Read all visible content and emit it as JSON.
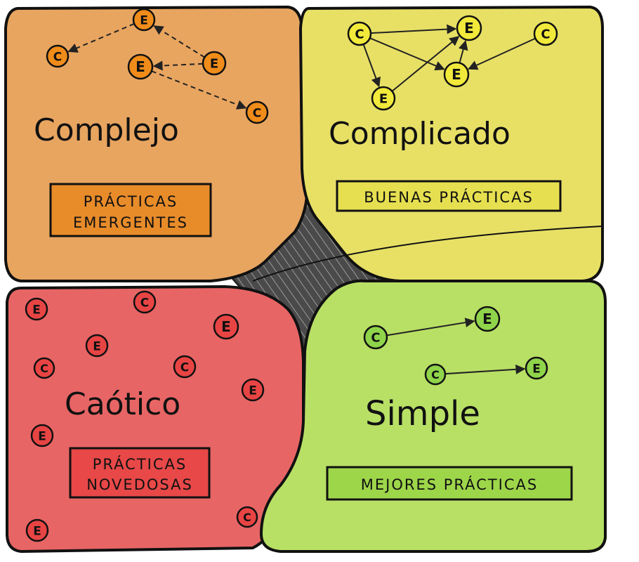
{
  "domains": {
    "complejo": {
      "title": "Complejo",
      "box_line1": "PRÁCTICAS",
      "box_line2": "EMERGENTES"
    },
    "complicado": {
      "title": "Complicado",
      "box_line1": "BUENAS PRÁCTICAS"
    },
    "caotico": {
      "title": "Caótico",
      "box_line1": "PRÁCTICAS",
      "box_line2": "NOVEDOSAS"
    },
    "simple": {
      "title": "Simple",
      "box_line1": "MEJORES PRÁCTICAS"
    }
  },
  "node_labels": {
    "cause": "C",
    "effect": "E"
  },
  "colors": {
    "complejo": "#e8a560",
    "complejo_box": "#e88c2a",
    "complejo_node": "#f08c1a",
    "complicado": "#e8e065",
    "complicado_box": "#e6e050",
    "complicado_node": "#f2ea3a",
    "caotico": "#e86565",
    "caotico_box": "#e84848",
    "caotico_node": "#e84444",
    "simple": "#b8e065",
    "simple_box": "#9ed64a",
    "simple_node": "#8fd44a",
    "disorder": "#555555"
  }
}
